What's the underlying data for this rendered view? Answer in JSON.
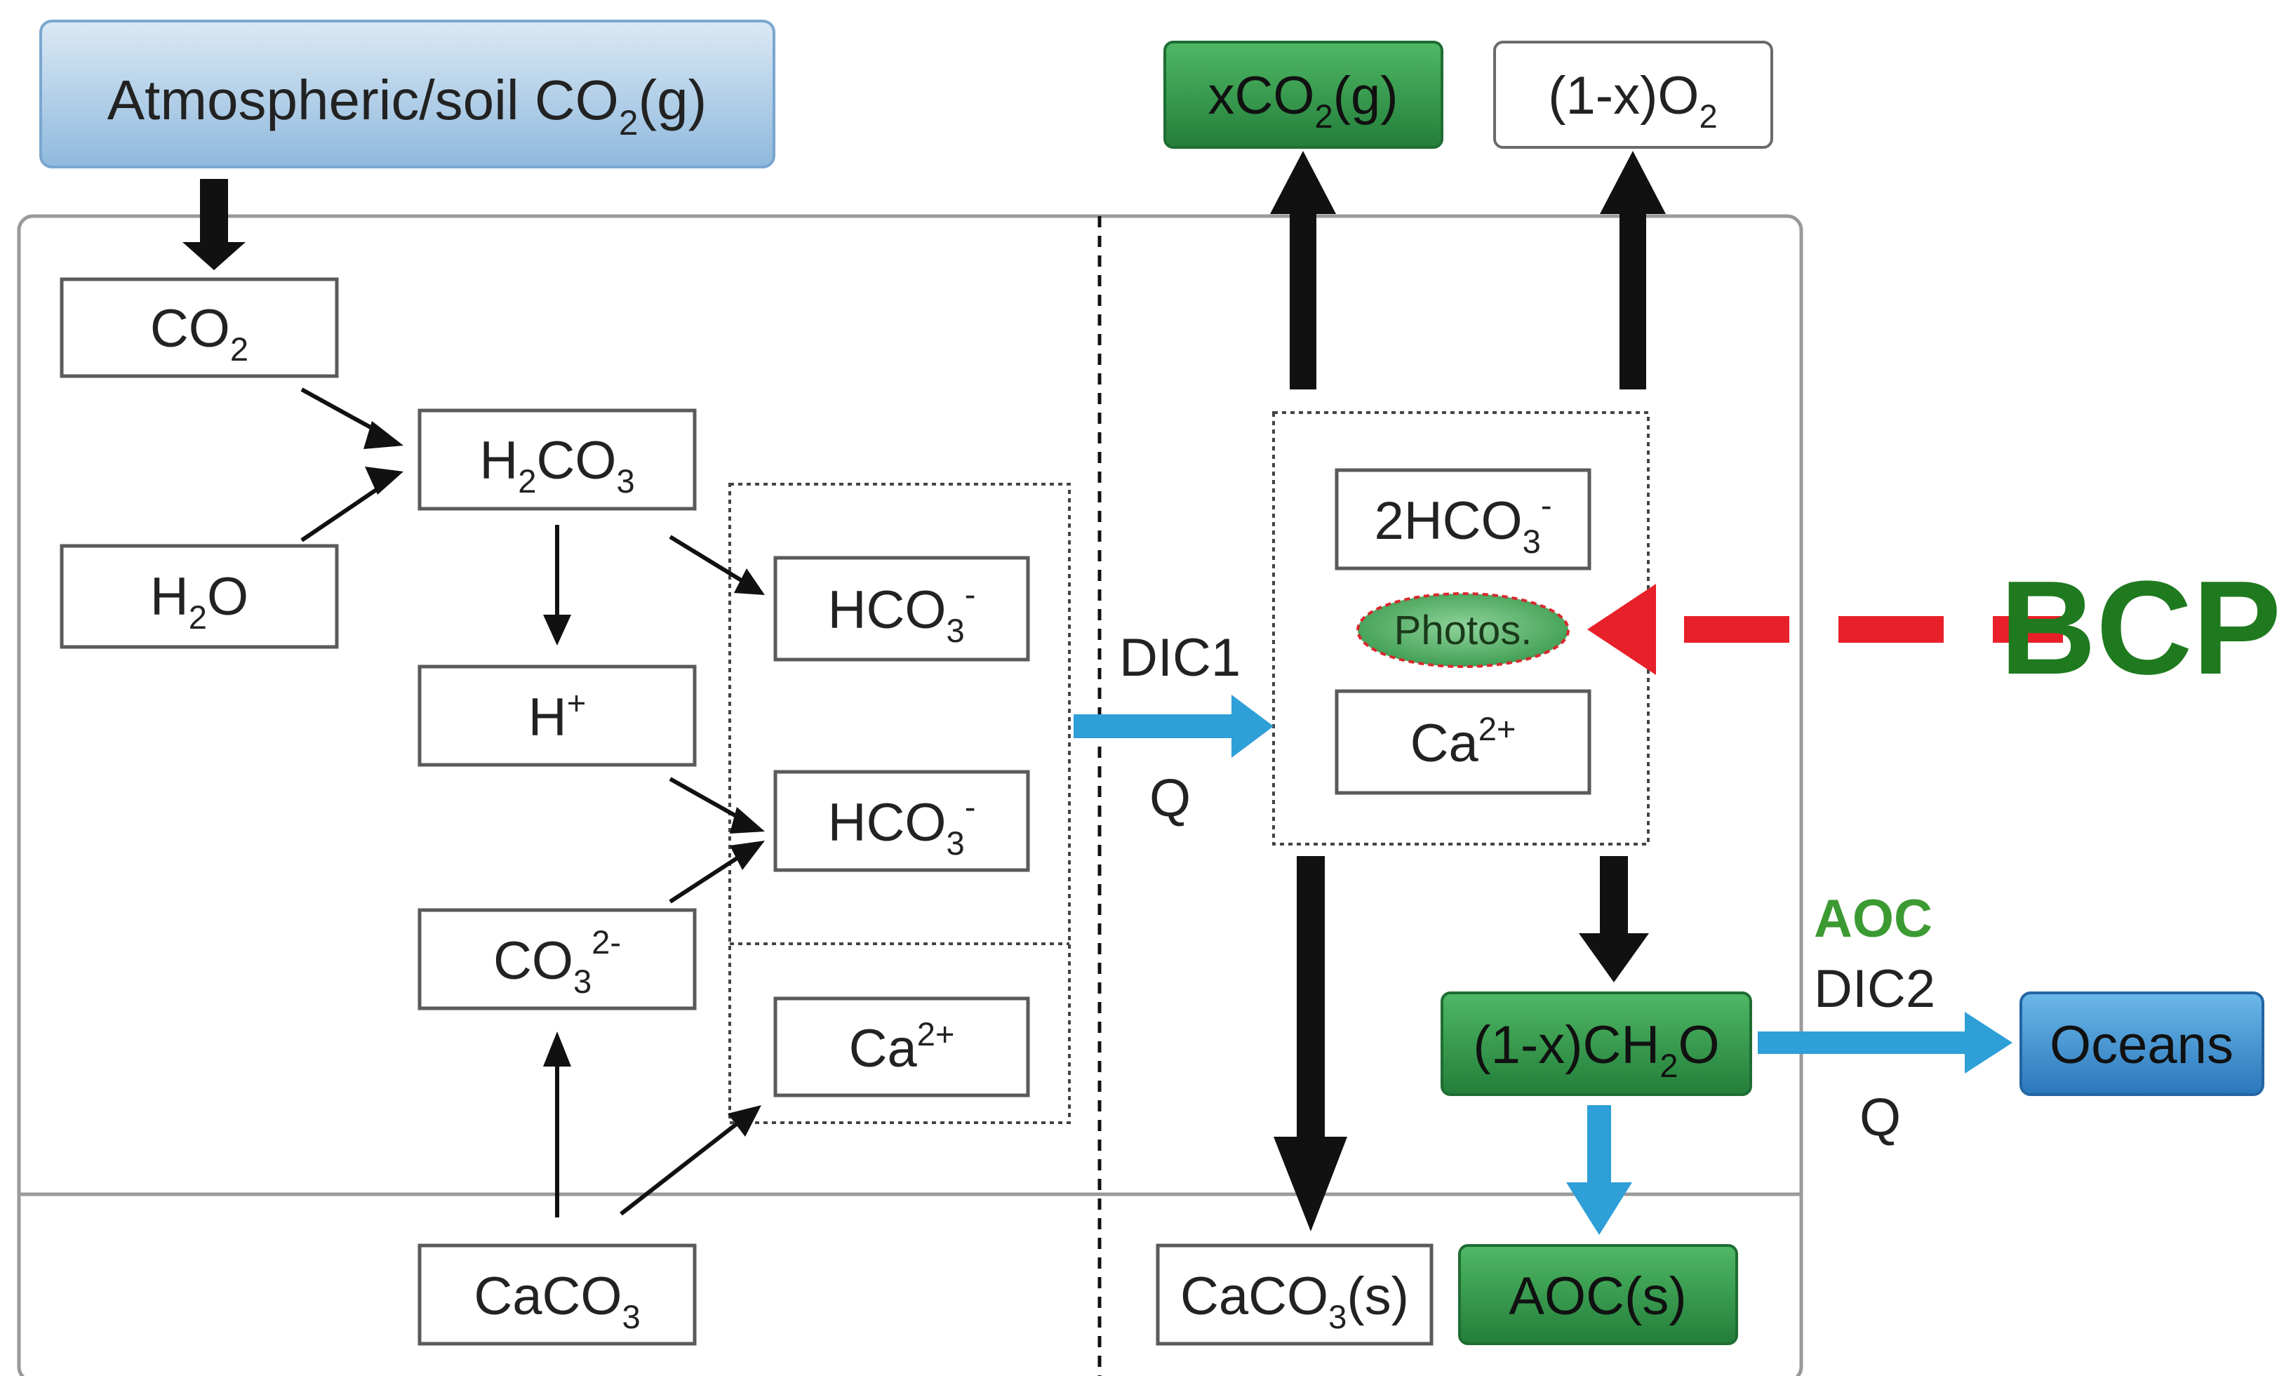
{
  "boxes": {
    "atmo": {
      "main": "Atmospheric/soil CO",
      "sub": "2",
      "tail": "(g)"
    },
    "co2": {
      "main": "CO",
      "sub": "2"
    },
    "h2co3": {
      "a": "H",
      "s1": "2",
      "b": "CO",
      "s2": "3"
    },
    "h2o": {
      "a": "H",
      "s1": "2",
      "b": "O"
    },
    "hplus": {
      "a": "H",
      "sup": "+"
    },
    "co3": {
      "a": "CO",
      "sub": "3",
      "sup": "2-"
    },
    "caco3": {
      "a": "CaCO",
      "sub": "3"
    },
    "hco3_a": {
      "a": "HCO",
      "sub": "3",
      "sup": "-"
    },
    "hco3_b": {
      "a": "HCO",
      "sub": "3",
      "sup": "-"
    },
    "ca_left": {
      "a": "Ca",
      "sup": "2+"
    },
    "xco2": {
      "a": "xCO",
      "sub": "2",
      "tail": "(g)"
    },
    "o2": {
      "a": "(1-x)O",
      "sub": "2"
    },
    "hco3_2": {
      "a": "2HCO",
      "sub": "3",
      "sup": "-"
    },
    "photos": "Photos.",
    "ca_right": {
      "a": "Ca",
      "sup": "2+"
    },
    "ch2o": {
      "a": "(1-x)CH",
      "sub": "2",
      "tail": "O"
    },
    "oceans": "Oceans",
    "caco3s": {
      "a": "CaCO",
      "sub": "3",
      "tail": "(s)"
    },
    "aocs": "AOC(s)"
  },
  "labels": {
    "dic1": "DIC1",
    "q1": "Q",
    "aoc": "AOC",
    "dic2": "DIC2",
    "q2": "Q",
    "bcp": "BCP"
  },
  "colors": {
    "green": "#2e9a4a",
    "blue_arrow": "#2f9fd8",
    "red_dash": "#e8202a",
    "bcp_green": "#1f7a1f",
    "aoc_green": "#3c9a32",
    "atmo_blue": "#a9cbe6",
    "oceans_blue": "#3d8fd0"
  }
}
